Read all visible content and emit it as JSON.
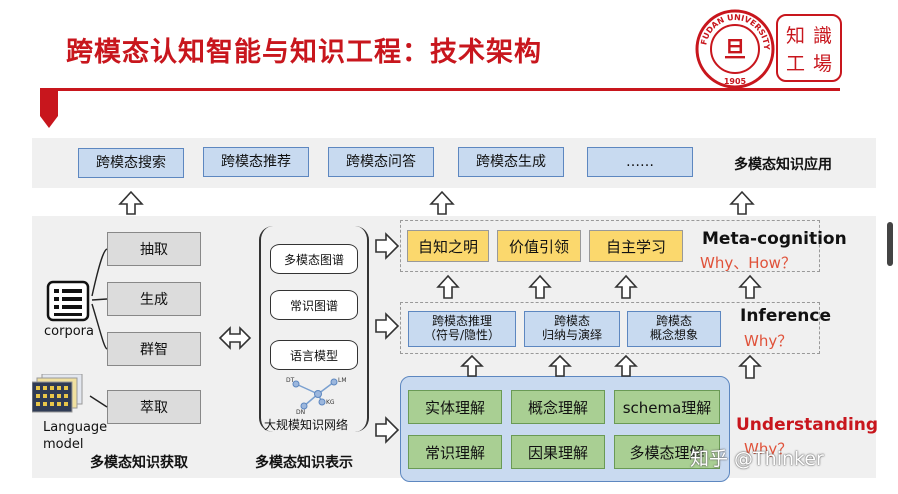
{
  "title": "跨模态认知智能与知识工程：技术架构",
  "logo": {
    "zhishi_chars": [
      "知",
      "識",
      "工",
      "場"
    ],
    "seal_text": "FUDAN UNIVERSITY",
    "seal_center": "旦",
    "seal_year": "1905"
  },
  "applications": {
    "items": [
      "跨模态搜索",
      "跨模态推荐",
      "跨模态问答",
      "跨模态生成",
      "……"
    ],
    "label": "多模态知识应用"
  },
  "acquisition": {
    "corpora_label": "corpora",
    "language_model_label": "Language\nmodel",
    "methods": [
      "抽取",
      "生成",
      "群智",
      "萃取"
    ],
    "label": "多模态知识获取"
  },
  "representation": {
    "items": [
      "多模态图谱",
      "常识图谱",
      "语言模型"
    ],
    "network_nodes": [
      "DT",
      "LM",
      "KG",
      "DN"
    ],
    "caption": "大规模知识网络",
    "label": "多模态知识表示"
  },
  "meta_cognition": {
    "items": [
      "自知之明",
      "价值引领",
      "自主学习"
    ],
    "title": "Meta-cognition",
    "question": "Why、How？"
  },
  "inference": {
    "items": [
      "跨模态推理\n（符号/隐性）",
      "跨模态\n归纳与演绎",
      "跨模态\n概念想象"
    ],
    "title": "Inference",
    "question": "Why？"
  },
  "understanding": {
    "items": [
      "实体理解",
      "概念理解",
      "schema理解",
      "常识理解",
      "因果理解",
      "多模态理解"
    ],
    "title": "Understanding",
    "question": "Why？"
  },
  "watermark": "知乎 @Thinker",
  "colors": {
    "title_red": "#c8161d",
    "app_box": "#c8daf0",
    "method_box": "#dcdcdc",
    "meta_box": "#fbd86d",
    "understanding_box": "#a9cf93",
    "question_red": "#e0523a"
  }
}
